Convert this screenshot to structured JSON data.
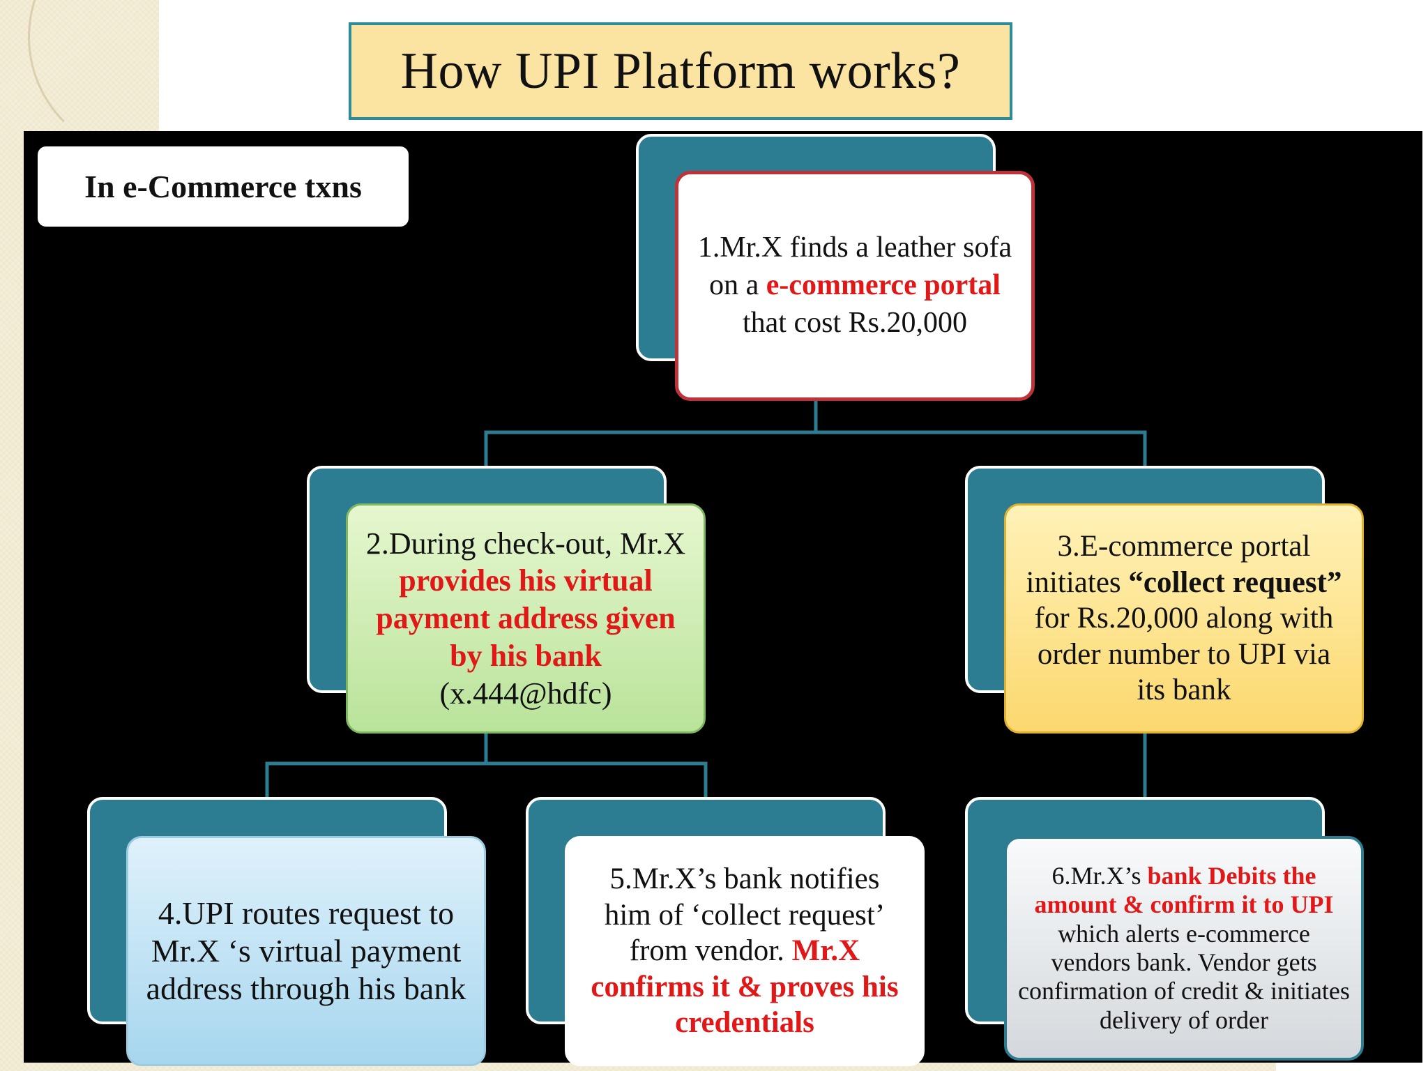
{
  "title": "How UPI Platform works?",
  "context_label": "In e-Commerce txns",
  "steps": {
    "s1": {
      "a": "1.Mr.X finds a leather sofa on a ",
      "b": "e-commerce portal",
      "c": " that cost Rs.20,000"
    },
    "s2": {
      "a": "2.During check-out, Mr.X ",
      "b": "provides his virtual payment address given by his bank",
      "c": "(x.444@hdfc)"
    },
    "s3": {
      "a": "3.E-commerce portal initiates ",
      "b": "“collect request”",
      "c": " for Rs.20,000 along with order number to UPI via its bank"
    },
    "s4": {
      "a": "4.UPI routes request to Mr.X ‘s virtual payment address through his bank"
    },
    "s5": {
      "a": "5.Mr.X’s bank notifies him of ‘collect request’ from vendor. ",
      "b": "Mr.X confirms it & proves his credentials"
    },
    "s6": {
      "a": "6.Mr.X’s ",
      "b": "bank Debits the amount & confirm it to UPI",
      "c": " which alerts e-commerce vendors bank. Vendor gets confirmation of credit & initiates delivery of order"
    }
  },
  "colors": {
    "connector": "#2c7d91",
    "highlight": "#e01818",
    "title_fill": "#fbe3a2",
    "title_border": "#2e8b9a"
  }
}
